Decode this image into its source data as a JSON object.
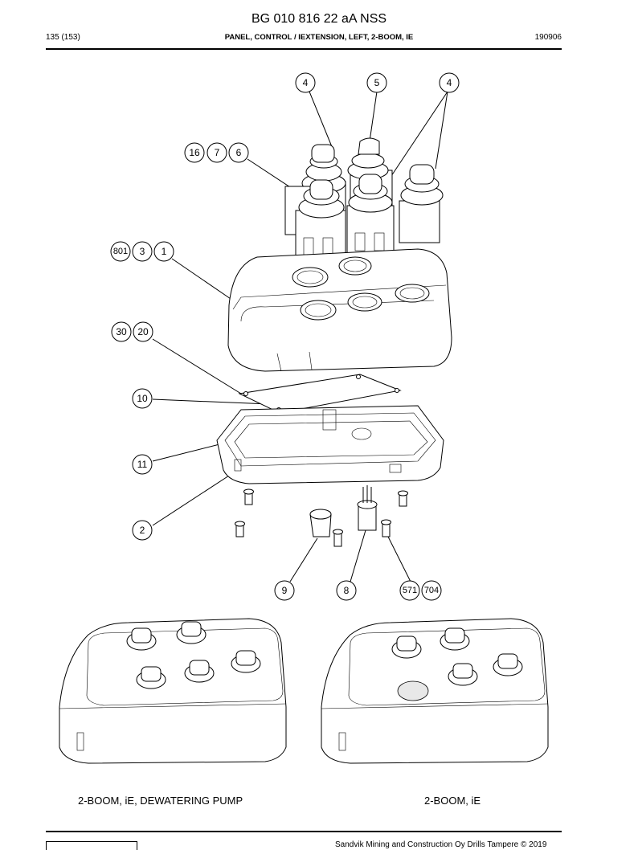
{
  "header": {
    "doc_number": "BG 010 816 22 aA NSS",
    "page": "135 (153)",
    "title": "PANEL, CONTROL / IEXTENSION, LEFT, 2-BOOM, IE",
    "date": "190906"
  },
  "callouts": {
    "c4a": "4",
    "c5": "5",
    "c4b": "4",
    "c16": "16",
    "c7": "7",
    "c6": "6",
    "c801": "801",
    "c3": "3",
    "c1": "1",
    "c30": "30",
    "c20": "20",
    "c10": "10",
    "c11": "11",
    "c2": "2",
    "c9": "9",
    "c8": "8",
    "c571": "571",
    "c704": "704"
  },
  "captions": {
    "left": "2-BOOM, iE, DEWATERING PUMP",
    "right": "2-BOOM, iE"
  },
  "footer": {
    "copyright": "Sandvik Mining and Construction Oy Drills Tampere © 2019"
  }
}
